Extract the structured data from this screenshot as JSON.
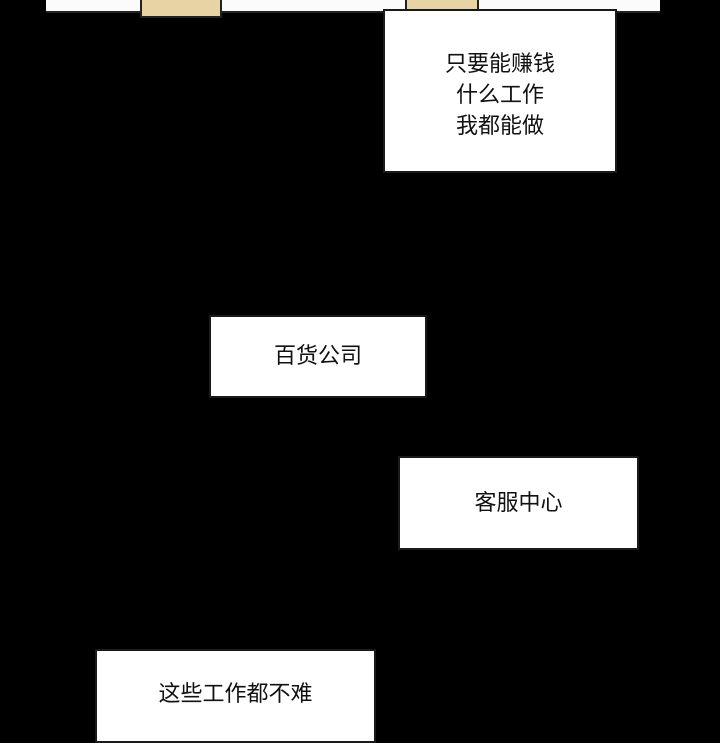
{
  "captions": [
    {
      "lines": [
        "只要能赚钱",
        "什么工作",
        "我都能做"
      ]
    },
    {
      "lines": [
        "百货公司"
      ]
    },
    {
      "lines": [
        "客服中心"
      ]
    },
    {
      "lines": [
        "这些工作都不难"
      ]
    }
  ],
  "colors": {
    "background": "#000000",
    "caption_bg": "#ffffff",
    "skin": "#e8d3a4"
  }
}
